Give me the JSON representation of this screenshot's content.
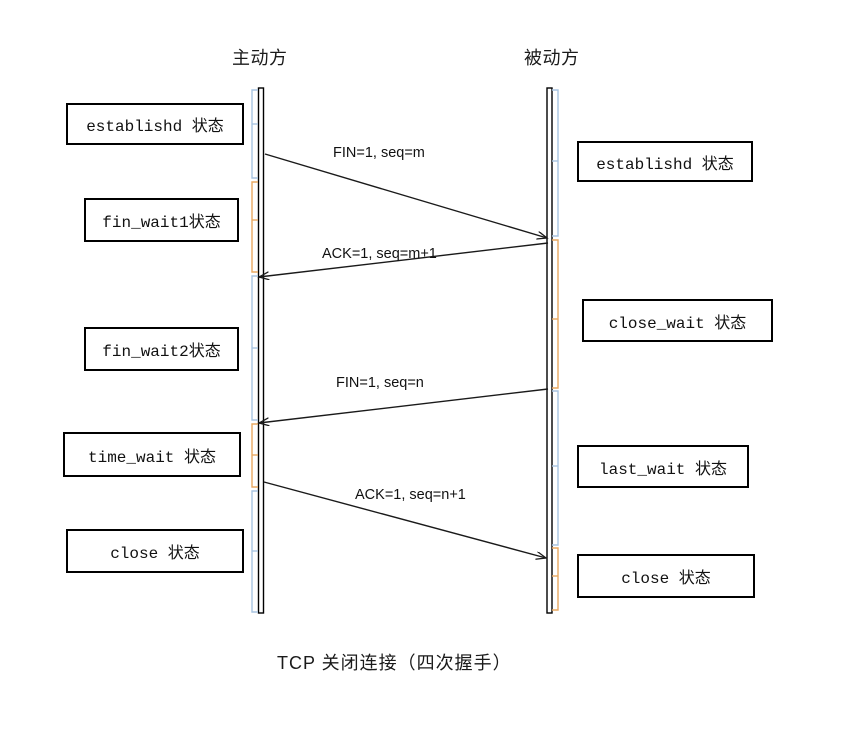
{
  "diagram": {
    "caption": "TCP 关闭连接（四次握手）",
    "lanes": [
      {
        "name": "active-party",
        "title": "主动方"
      },
      {
        "name": "passive-party",
        "title": "被动方"
      }
    ],
    "colors": {
      "lifeline": "#000000",
      "bracket_blue": "#a8c4e0",
      "bracket_orange": "#e8a860",
      "arrow": "#1a1a1a",
      "box_border": "#000000",
      "background": "#ffffff"
    },
    "left_states": [
      {
        "name": "establishd",
        "label": "establishd 状态"
      },
      {
        "name": "fin-wait1",
        "label": "fin_wait1状态"
      },
      {
        "name": "fin-wait2",
        "label": "fin_wait2状态"
      },
      {
        "name": "time-wait",
        "label": "time_wait 状态"
      },
      {
        "name": "close",
        "label": "close 状态"
      }
    ],
    "right_states": [
      {
        "name": "establishd",
        "label": "establishd 状态"
      },
      {
        "name": "close-wait",
        "label": "close_wait 状态"
      },
      {
        "name": "last-wait",
        "label": "last_wait 状态"
      },
      {
        "name": "close",
        "label": "close 状态"
      }
    ],
    "messages": [
      {
        "name": "fin-seq-m",
        "label": "FIN=1, seq=m",
        "direction": "right"
      },
      {
        "name": "ack-seq-m-plus-1",
        "label": "ACK=1, seq=m+1",
        "direction": "left"
      },
      {
        "name": "fin-seq-n",
        "label": "FIN=1, seq=n",
        "direction": "left"
      },
      {
        "name": "ack-seq-n-plus-1",
        "label": "ACK=1, seq=n+1",
        "direction": "right"
      }
    ]
  }
}
